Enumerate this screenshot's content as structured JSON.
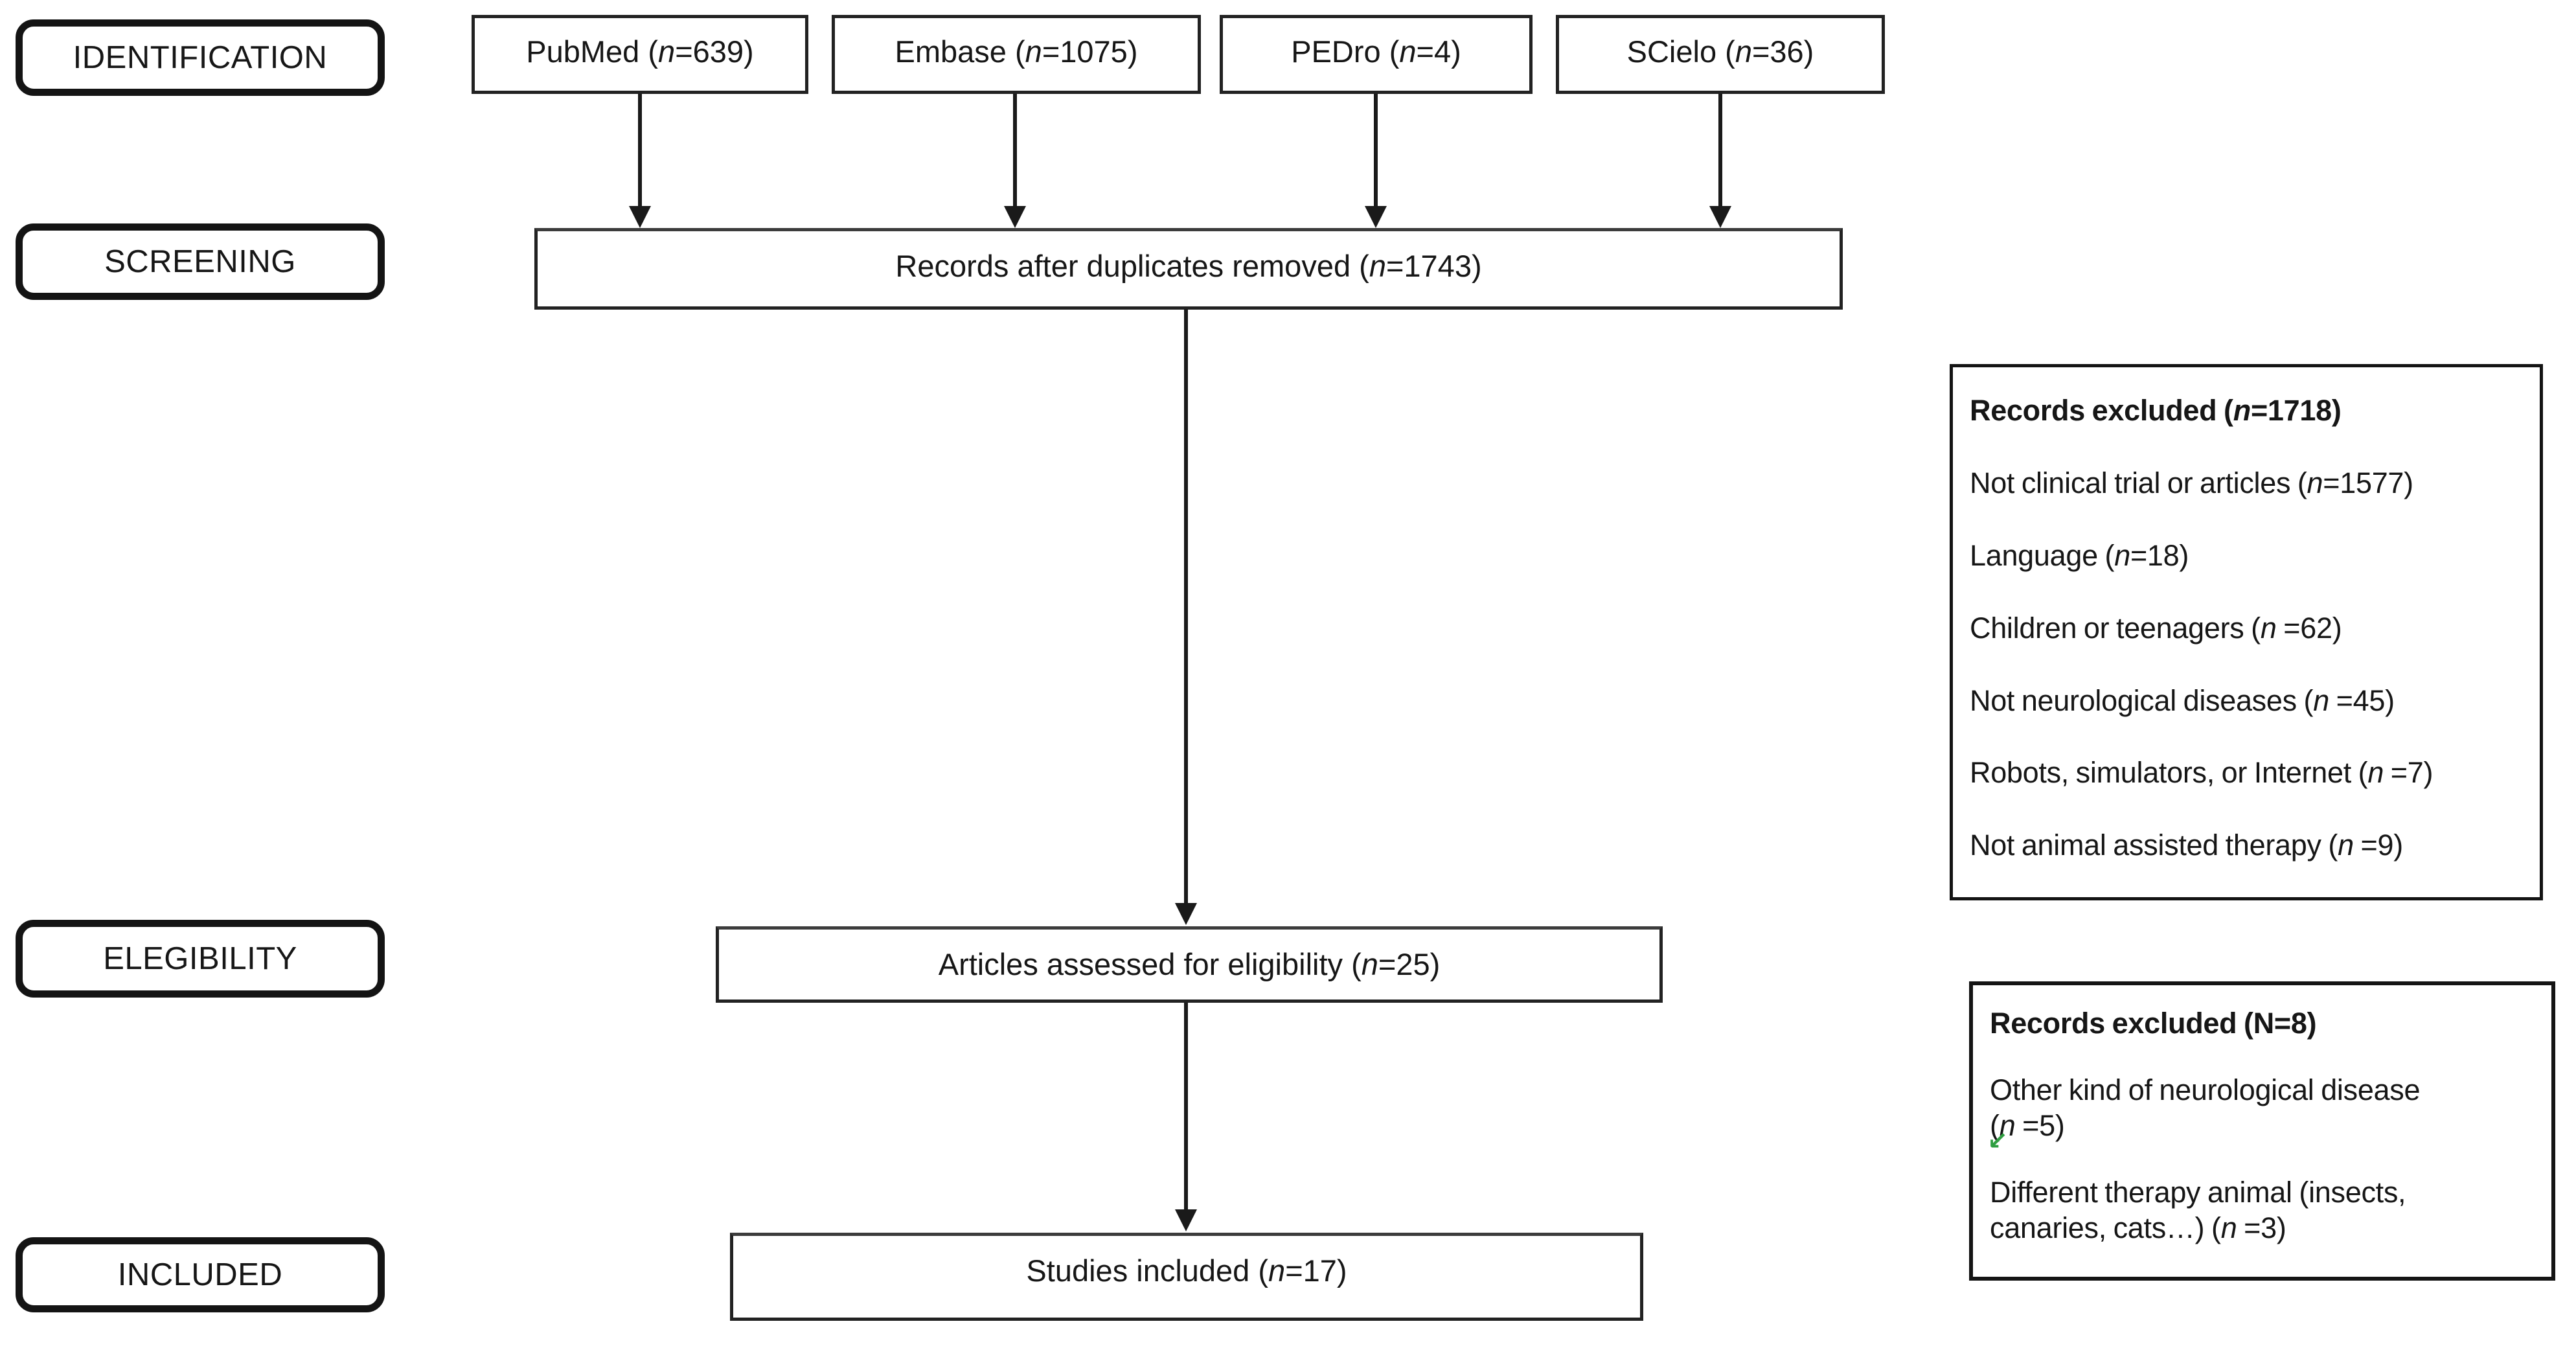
{
  "diagram": {
    "stages": [
      "IDENTIFICATION",
      "SCREENING",
      "ELEGIBILITY",
      "INCLUDED"
    ],
    "sources": [
      "PubMed (n=639)",
      "Embase (n=1075)",
      "PEDro (n=4)",
      "SCielo (n=36)"
    ],
    "flow": {
      "screening_box": "Records after duplicates removed (n=1743)",
      "eligibility_box": "Articles assessed for eligibility (n=25)",
      "included_box": "Studies included (n=17)"
    },
    "exclusions_screening": {
      "title": "Records excluded (n=1718)",
      "items": [
        "Not clinical trial or articles (n=1577)",
        "Language (n=18)",
        "Children or teenagers (n =62)",
        "Not neurological diseases (n =45)",
        "Robots, simulators, or Internet (n =7)",
        "Not animal assisted therapy (n =9)"
      ]
    },
    "exclusions_eligibility": {
      "title": "Records excluded (N=8)",
      "items": [
        "Other kind of neurological disease\n(n =5)",
        "Different therapy animal (insects,\ncanaries, cats…) (n =3)"
      ]
    },
    "artifact_glyph": "↙",
    "colors": {
      "ink": "#1a1a1a",
      "background": "#ffffff",
      "artifact_green": "#2f9e41"
    }
  }
}
